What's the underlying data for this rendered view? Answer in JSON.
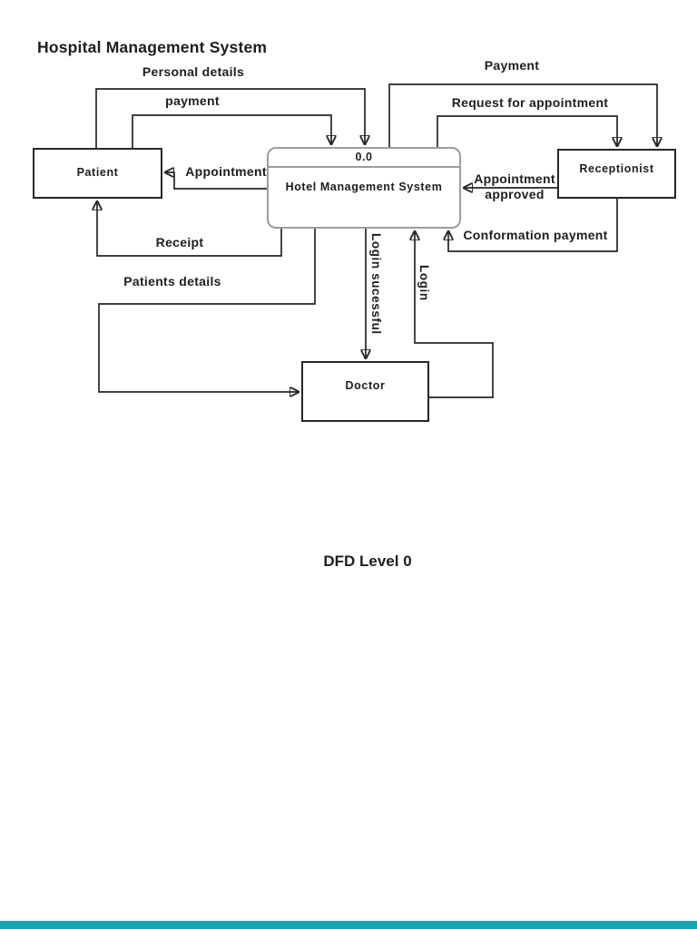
{
  "page": {
    "title": "Hospital Management System",
    "caption": "DFD Level 0",
    "background_color": "#ffffff",
    "footer_bar_color": "#17a5b4"
  },
  "nodes": {
    "patient": {
      "label": "Patient",
      "type": "external-entity"
    },
    "process": {
      "id": "0.0",
      "label": "Hotel Management System",
      "type": "process"
    },
    "receptionist": {
      "label": "Receptionist",
      "type": "external-entity"
    },
    "doctor": {
      "label": "Doctor",
      "type": "external-entity"
    }
  },
  "flows": {
    "personal_details": {
      "label": "Personal details",
      "from": "Patient",
      "to": "Hotel Management System"
    },
    "payment_lower": {
      "label": "payment",
      "from": "Patient",
      "to": "Hotel Management System"
    },
    "payment_upper": {
      "label": "Payment",
      "from": "Hotel Management System",
      "to": "Receptionist"
    },
    "request_for_appointment": {
      "label": "Request for appointment",
      "from": "Hotel Management System",
      "to": "Receptionist"
    },
    "appointment": {
      "label": "Appointment",
      "from": "Hotel Management System",
      "to": "Patient"
    },
    "appointment_approved": {
      "label": "Appointment approved",
      "from": "Receptionist",
      "to": "Hotel Management System"
    },
    "conformation_payment": {
      "label": "Conformation payment",
      "from": "Receptionist",
      "to": "Hotel Management System"
    },
    "receipt": {
      "label": "Receipt",
      "from": "Hotel Management System",
      "to": "Patient"
    },
    "patients_details": {
      "label": "Patients details",
      "from": "Hotel Management System",
      "to": "Doctor"
    },
    "login_successful": {
      "label": "Login sucessful",
      "from": "Hotel Management System",
      "to": "Doctor"
    },
    "login": {
      "label": "Login",
      "from": "Doctor",
      "to": "Hotel Management System"
    }
  }
}
